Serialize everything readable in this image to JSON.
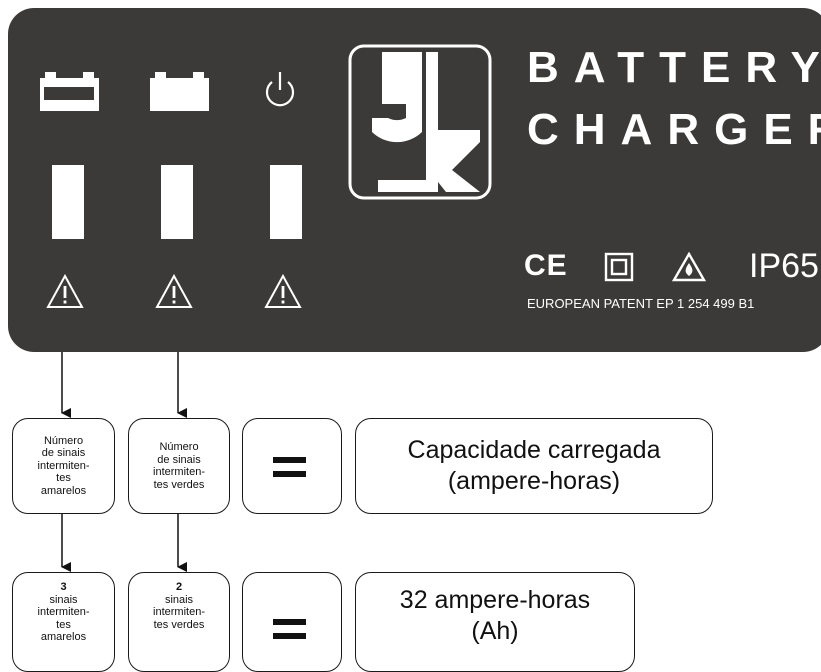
{
  "panel": {
    "title_line1": "BATTERY",
    "title_line2": "CHARGER",
    "ip_rating": "IP65",
    "ce_mark": "CE",
    "patent": "EUROPEAN PATENT EP 1 254 499 B1",
    "logo_text": "JK",
    "icons": [
      "battery-empty-icon",
      "battery-full-icon",
      "power-icon",
      "warning-icon",
      "double-insulation-icon",
      "flame-warning-icon"
    ],
    "colors": {
      "panel": "#3b3a38",
      "foreground": "#ffffff"
    }
  },
  "row1": {
    "yellow": "Número\nde sinais\nintermiten-\ntes\namarelos",
    "green": "Número\nde sinais\nintermiten-\ntes verdes",
    "equals": "=",
    "result": "Capacidade carregada\n(ampere-horas)"
  },
  "row2": {
    "yellow_count": "3",
    "yellow_text": "sinais\nintermiten-\ntes\namarelos",
    "green_count": "2",
    "green_text": "sinais\nintermiten-\ntes verdes",
    "equals": "=",
    "result": "32 ampere-horas\n(Ah)"
  }
}
